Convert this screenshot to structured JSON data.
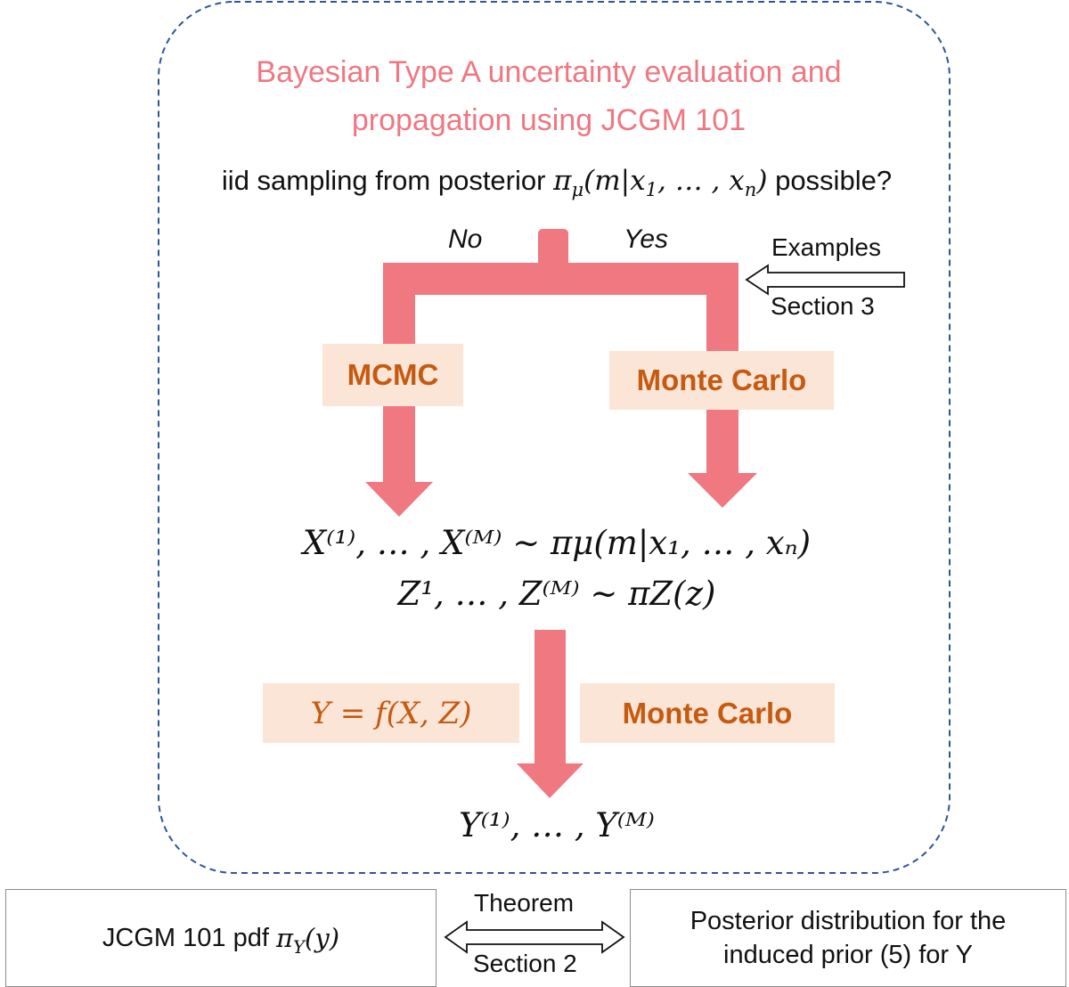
{
  "title": {
    "line1": "Bayesian Type A uncertainty evaluation and",
    "line2": "propagation using JCGM 101"
  },
  "question": {
    "prefix": "iid sampling from posterior",
    "suffix": "possible?"
  },
  "branches": {
    "no_label": "No",
    "yes_label": "Yes",
    "left_method": "MCMC",
    "right_method": "Monte Carlo"
  },
  "side_reference": {
    "top": "Examples",
    "bottom": "Section 3"
  },
  "samples": {
    "line1": "X⁽¹⁾, … , X⁽ᴹ⁾ ~ πμ(m|x₁, … , xₙ)",
    "line2": "Z¹, … , Z⁽ᴹ⁾ ~ πZ(z)"
  },
  "propagation": {
    "function": "Y = f(X, Z)",
    "method": "Monte Carlo"
  },
  "output": "Y⁽¹⁾, … , Y⁽ᴹ⁾",
  "bottom": {
    "left_prefix": "JCGM 101 pdf",
    "theorem": "Theorem",
    "section": "Section 2",
    "right_line1": "Posterior distribution for the",
    "right_line2": "induced prior (5) for Y"
  },
  "colors": {
    "arrow": "#f07881",
    "title": "#ee7882",
    "method_fill": "#fbe5d6",
    "method_text": "#c55a11",
    "dashed_border": "#2f5597"
  }
}
